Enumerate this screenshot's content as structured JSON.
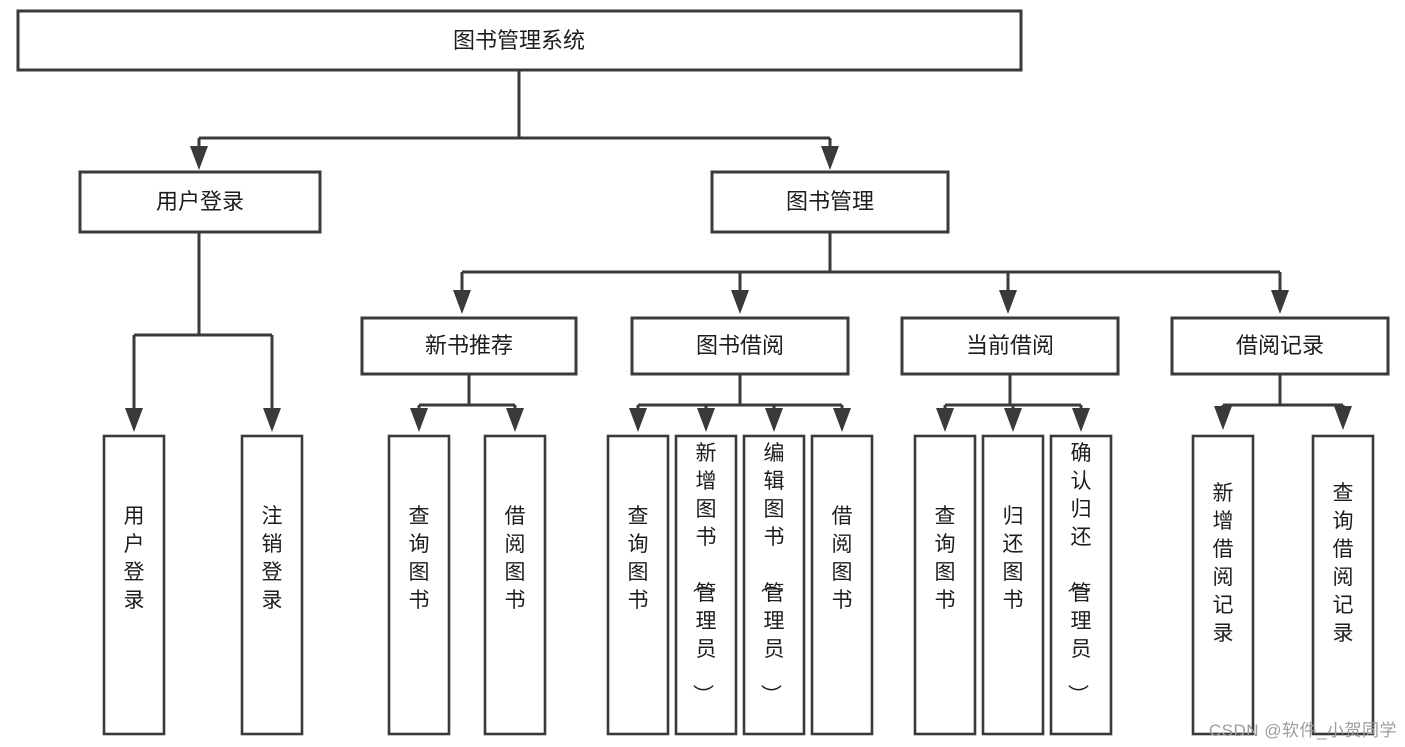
{
  "diagram": {
    "type": "tree-hierarchy",
    "title": "图书管理系统",
    "watermark": "CSDN @软件_小贺同学",
    "colors": {
      "box_stroke": "#3a3a3a",
      "box_fill": "#ffffff",
      "connector": "#3a3a3a",
      "text": "#1d1d1d",
      "watermark": "#9d9d9d",
      "background": "#ffffff"
    },
    "levels": [
      {
        "level": 1,
        "nodes": [
          {
            "id": "root",
            "label": "图书管理系统",
            "orientation": "horizontal"
          }
        ]
      },
      {
        "level": 2,
        "nodes": [
          {
            "id": "login",
            "label": "用户登录",
            "orientation": "horizontal",
            "parent": "root"
          },
          {
            "id": "bookmgmt",
            "label": "图书管理",
            "orientation": "horizontal",
            "parent": "root"
          }
        ]
      },
      {
        "level": 3,
        "nodes": [
          {
            "id": "newbook",
            "label": "新书推荐",
            "orientation": "horizontal",
            "parent": "bookmgmt"
          },
          {
            "id": "borrow",
            "label": "图书借阅",
            "orientation": "horizontal",
            "parent": "bookmgmt"
          },
          {
            "id": "current",
            "label": "当前借阅",
            "orientation": "horizontal",
            "parent": "bookmgmt"
          },
          {
            "id": "records",
            "label": "借阅记录",
            "orientation": "horizontal",
            "parent": "bookmgmt"
          }
        ]
      },
      {
        "level": 4,
        "nodes": [
          {
            "id": "leaf-1",
            "label": "用户登录",
            "orientation": "vertical",
            "parent": "login"
          },
          {
            "id": "leaf-2",
            "label": "注销登录",
            "orientation": "vertical",
            "parent": "login"
          },
          {
            "id": "leaf-3",
            "label": "查询图书",
            "orientation": "vertical",
            "parent": "newbook"
          },
          {
            "id": "leaf-4",
            "label": "借阅图书",
            "orientation": "vertical",
            "parent": "newbook"
          },
          {
            "id": "leaf-5",
            "label": "查询图书",
            "orientation": "vertical",
            "parent": "borrow"
          },
          {
            "id": "leaf-6",
            "label": "新增图书（管理员）",
            "orientation": "vertical",
            "parent": "borrow"
          },
          {
            "id": "leaf-7",
            "label": "编辑图书（管理员）",
            "orientation": "vertical",
            "parent": "borrow"
          },
          {
            "id": "leaf-8",
            "label": "借阅图书",
            "orientation": "vertical",
            "parent": "borrow"
          },
          {
            "id": "leaf-9",
            "label": "查询图书",
            "orientation": "vertical",
            "parent": "current"
          },
          {
            "id": "leaf-10",
            "label": "归还图书",
            "orientation": "vertical",
            "parent": "current"
          },
          {
            "id": "leaf-11",
            "label": "确认归还（管理员）",
            "orientation": "vertical",
            "parent": "current"
          },
          {
            "id": "leaf-12",
            "label": "新增借阅记录",
            "orientation": "vertical",
            "parent": "records"
          },
          {
            "id": "leaf-13",
            "label": "查询借阅记录",
            "orientation": "vertical",
            "parent": "records"
          }
        ]
      }
    ]
  }
}
